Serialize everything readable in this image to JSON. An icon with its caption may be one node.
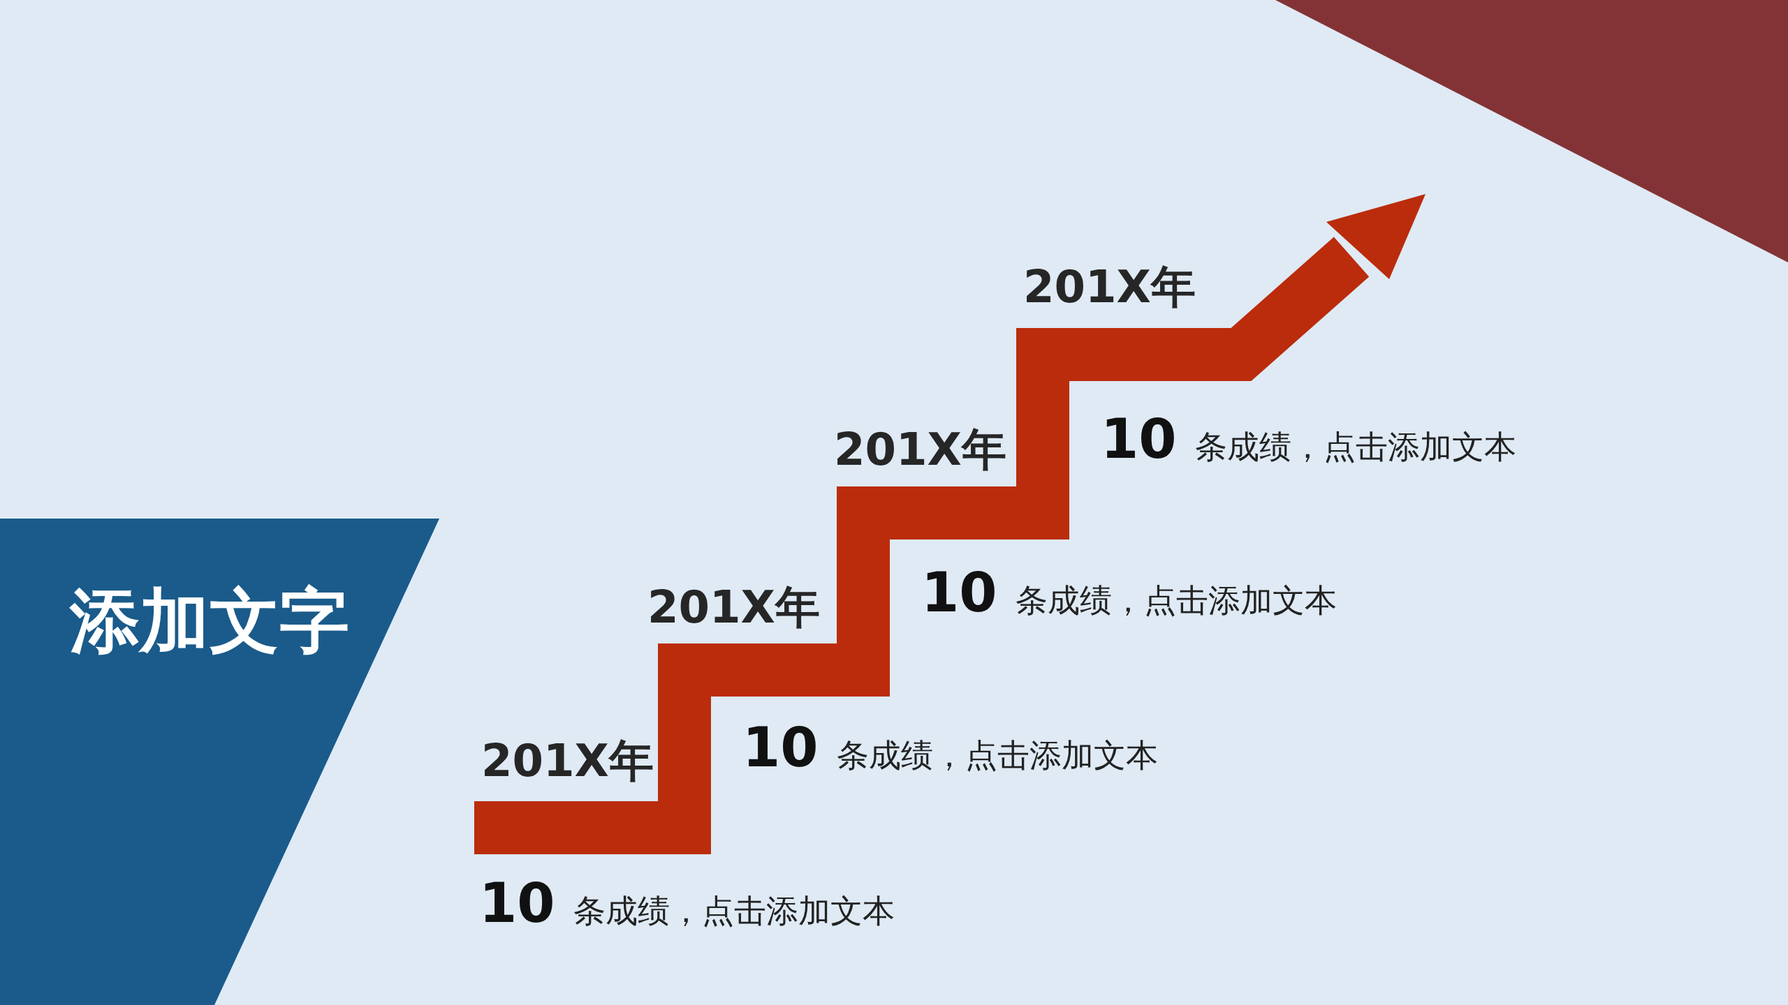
{
  "diagram": {
    "title": "添加文字",
    "labels": [
      "201X年",
      "201X年",
      "10",
      "条成绩，点击添加文本",
      "201X年",
      "10",
      "条成绩，点击添加文本",
      "201X年",
      "10",
      "条成绩，点击添加文本",
      "10",
      "条成绩，点击添加文本"
    ]
  }
}
